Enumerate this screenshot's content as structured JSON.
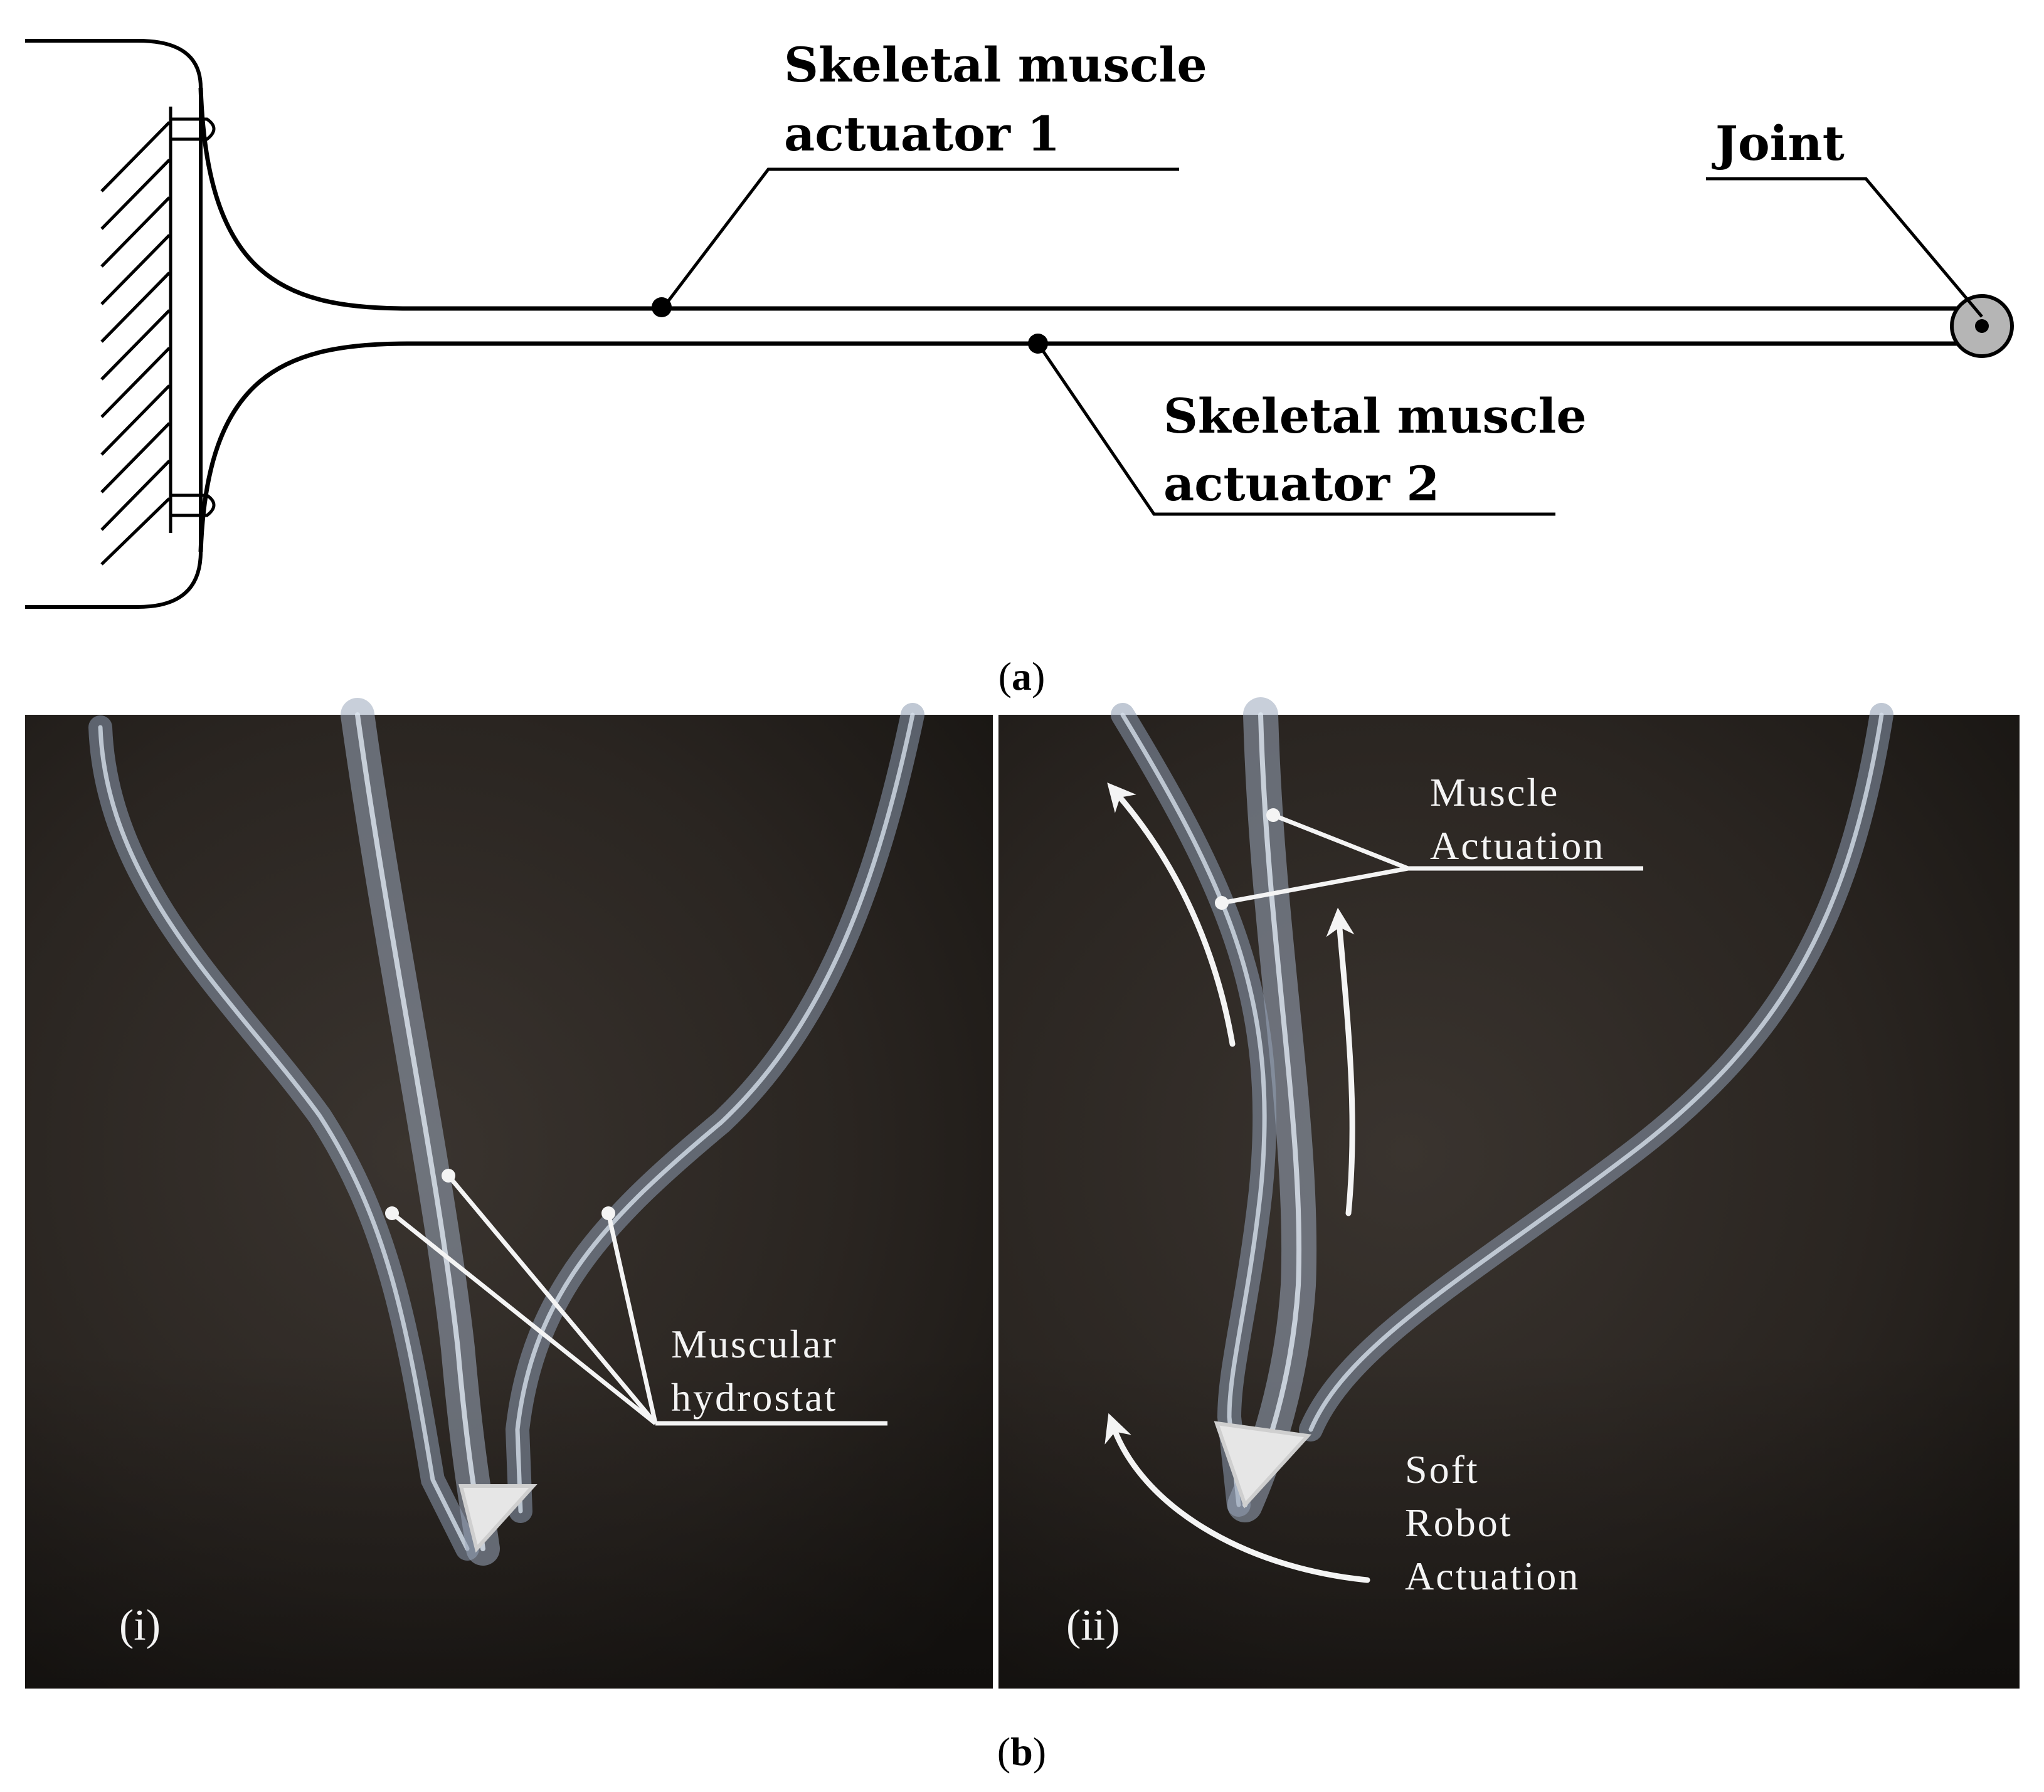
{
  "diagram_a": {
    "label_actuator1_line1": "Skeletal muscle",
    "label_actuator1_line2": "actuator 1",
    "label_actuator2_line1": "Skeletal muscle",
    "label_actuator2_line2": "actuator 2",
    "label_joint": "Joint",
    "caption_open": "(",
    "caption_letter": "a",
    "caption_close": ")"
  },
  "photo_b": {
    "panel_i": {
      "tag": "(i)",
      "label_line1": "Muscular",
      "label_line2": "hydrostat"
    },
    "panel_ii": {
      "tag": "(ii)",
      "label_muscle_line1": "Muscle",
      "label_muscle_line2": "Actuation",
      "label_soft_line1": "Soft",
      "label_soft_line2": "Robot",
      "label_soft_line3": "Actuation"
    },
    "caption_open": "(",
    "caption_letter": "b",
    "caption_close": ")"
  },
  "colors": {
    "photo_background": "#2a2521",
    "tube": "#b9c6d6",
    "annotation_white": "#f4f4f4",
    "joint_fill": "#b5b5b5"
  }
}
